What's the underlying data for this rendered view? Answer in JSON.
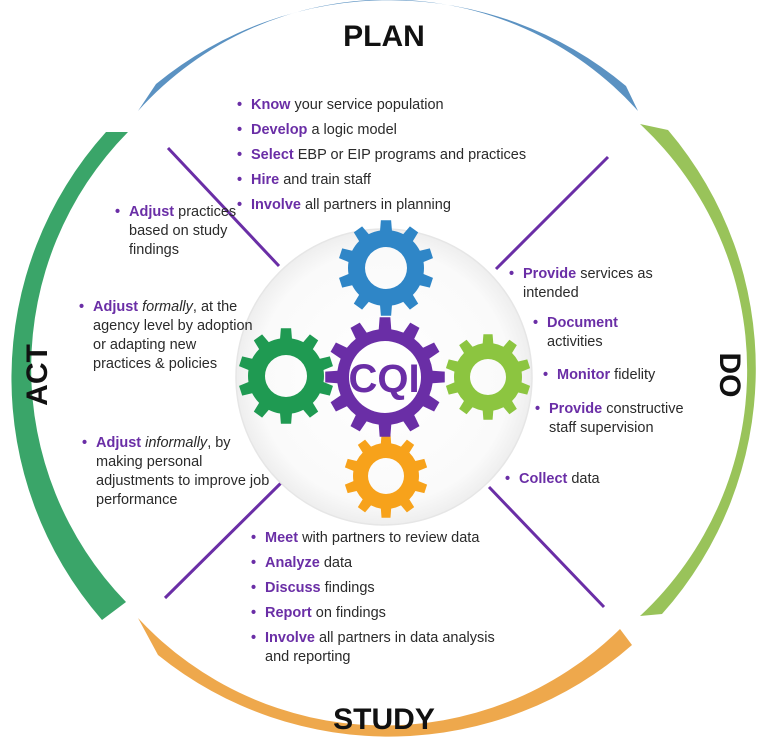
{
  "phases": {
    "plan": "PLAN",
    "do": "DO",
    "study": "STUDY",
    "act": "ACT"
  },
  "center": "CQI",
  "colors": {
    "plan": "#5b92c2",
    "do": "#99c35a",
    "study": "#eea84c",
    "act": "#3aa569",
    "accent": "#6a2ea6",
    "gear_blue": "#2f86c7",
    "gear_green_dark": "#1f9a52",
    "gear_green_light": "#8cc540",
    "gear_orange": "#f7a21b",
    "gear_purple": "#6a2ea6"
  },
  "plan_items": [
    {
      "kw": "Know",
      "rest": " your service population"
    },
    {
      "kw": "Develop",
      "rest": " a logic model"
    },
    {
      "kw": "Select",
      "rest": " EBP or EIP programs and practices"
    },
    {
      "kw": "Hire",
      "rest": " and train staff"
    },
    {
      "kw": "Involve",
      "rest": " all partners in planning"
    }
  ],
  "do_items": [
    {
      "kw": "Provide",
      "rest": " services as intended"
    },
    {
      "kw": "Document",
      "rest": " activities"
    },
    {
      "kw": "Monitor",
      "rest": " fidelity"
    },
    {
      "kw": "Provide",
      "rest": " constructive staff supervision"
    },
    {
      "kw": "Collect",
      "rest": " data"
    }
  ],
  "study_items": [
    {
      "kw": "Meet",
      "rest": " with partners to review data"
    },
    {
      "kw": "Analyze",
      "rest": " data"
    },
    {
      "kw": "Discuss",
      "rest": " findings"
    },
    {
      "kw": "Report",
      "rest": " on findings"
    },
    {
      "kw": "Involve",
      "rest": " all partners in  data analysis and reporting"
    }
  ],
  "act_items": [
    {
      "kw": "Adjust",
      "em": "",
      "rest": " practices based on study findings"
    },
    {
      "kw": "Adjust",
      "em": " formally",
      "rest": ", at the agency level by adoption or adapting new practices & policies"
    },
    {
      "kw": "Adjust",
      "em": " informally",
      "rest": ", by making personal adjustments to improve job performance"
    }
  ]
}
